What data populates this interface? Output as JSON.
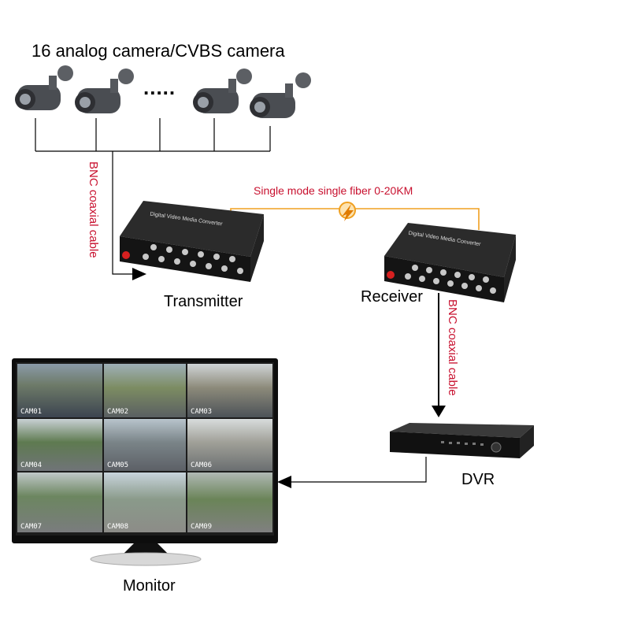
{
  "title": "16 analog camera/CVBS camera",
  "dots": ".....",
  "cable_left": "BNC coaxial cable",
  "cable_right": "BNC coaxial cable",
  "fiber": "Single mode single fiber 0-20KM",
  "transmitter": "Transmitter",
  "receiver": "Receiver",
  "dvr": "DVR",
  "monitor": "Monitor",
  "converter_brand": "Digital Video Media Converter",
  "cams": [
    "CAM01",
    "CAM02",
    "CAM03",
    "CAM04",
    "CAM05",
    "CAM06",
    "CAM07",
    "CAM08",
    "CAM09"
  ],
  "colors": {
    "label_red": "#c8102e",
    "fiber_line": "#f0a020",
    "device": "#1a1a1a"
  }
}
